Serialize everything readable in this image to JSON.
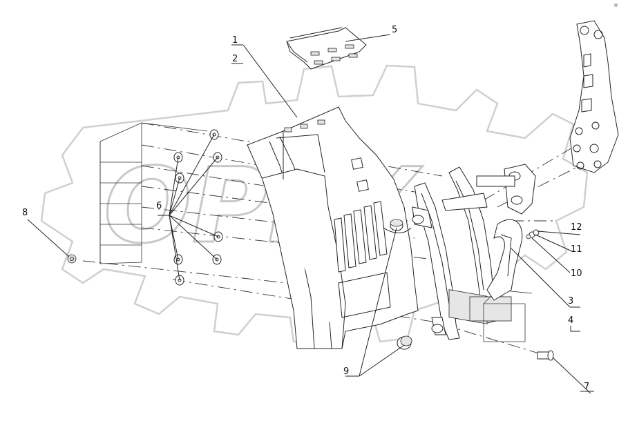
{
  "corner_mark": "®",
  "watermark": "OPEX",
  "callouts": [
    {
      "id": "c1",
      "text": "1"
    },
    {
      "id": "c2",
      "text": "2"
    },
    {
      "id": "c3",
      "text": "3"
    },
    {
      "id": "c4",
      "text": "4"
    },
    {
      "id": "c5",
      "text": "5"
    },
    {
      "id": "c6",
      "text": "6"
    },
    {
      "id": "c7",
      "text": "7"
    },
    {
      "id": "c8",
      "text": "8"
    },
    {
      "id": "c9",
      "text": "9"
    },
    {
      "id": "c10",
      "text": "10"
    },
    {
      "id": "c11",
      "text": "11"
    },
    {
      "id": "c12",
      "text": "12"
    }
  ]
}
